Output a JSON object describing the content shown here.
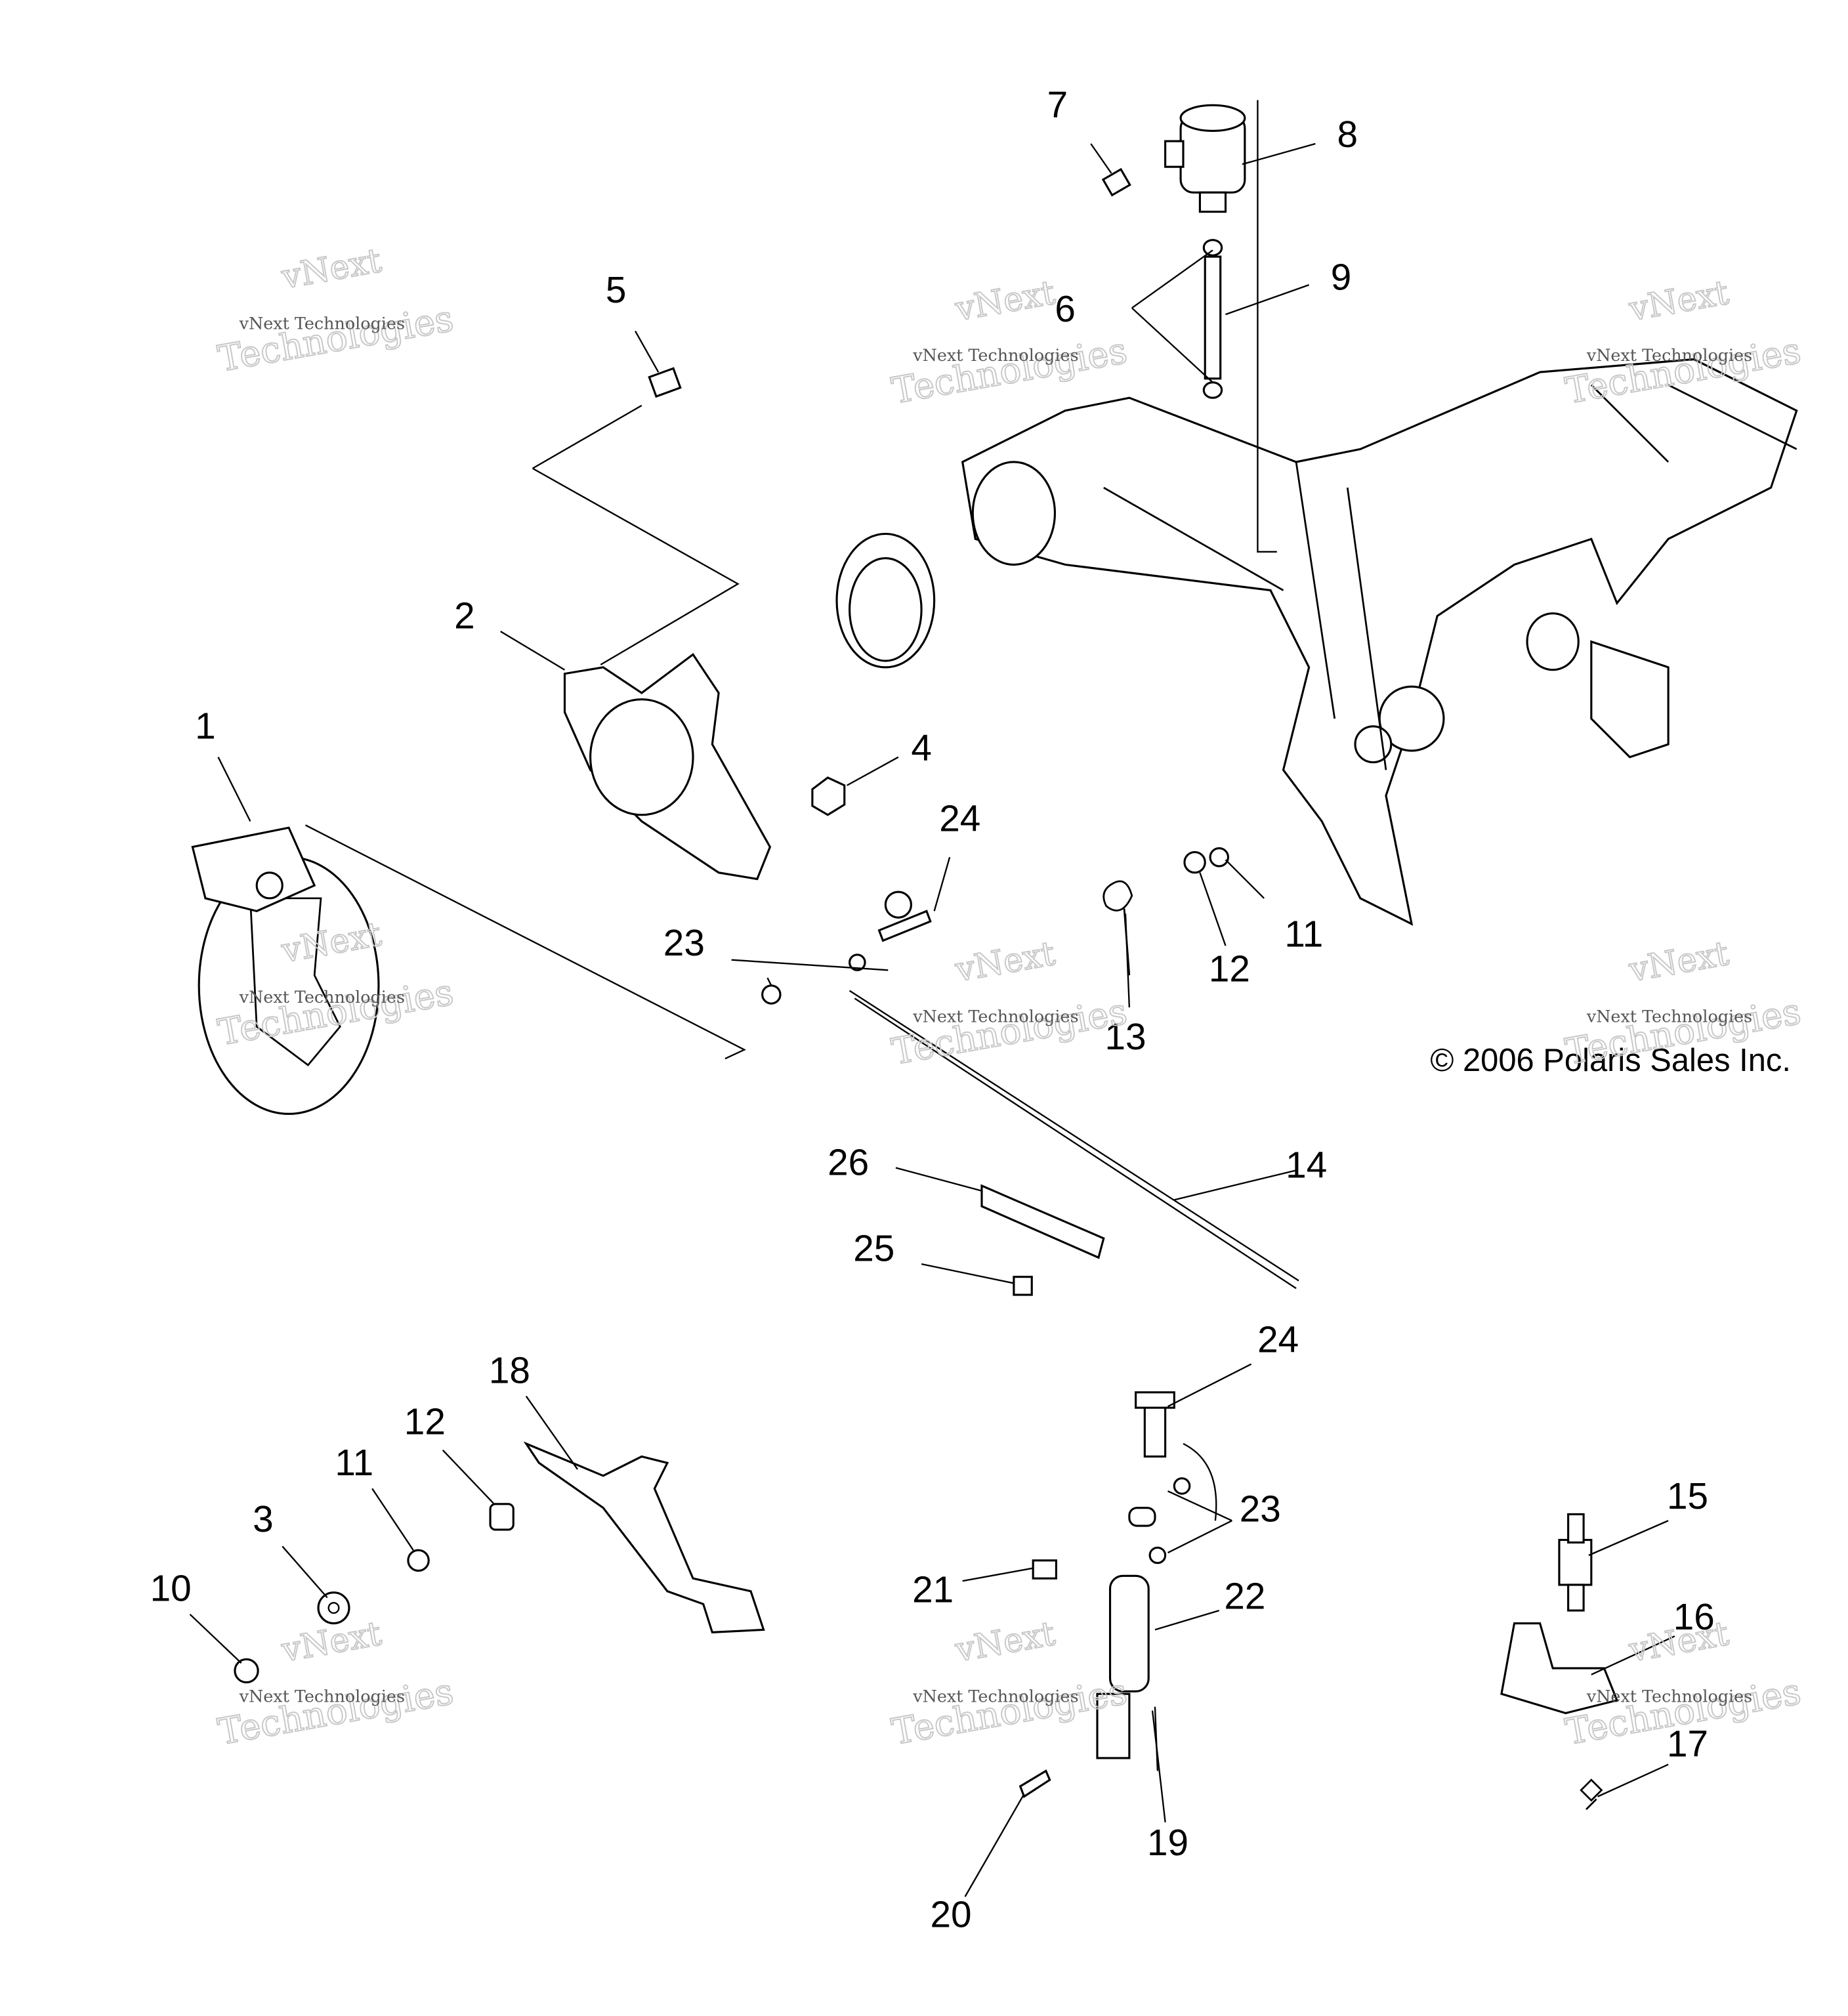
{
  "diagram": {
    "copyright": "© 2006 Polaris Sales Inc.",
    "watermark_small": "vNext Technologies",
    "watermark_large": [
      "vNext",
      "Technologies"
    ],
    "callouts": [
      "1",
      "2",
      "3",
      "4",
      "5",
      "6",
      "7",
      "8",
      "9",
      "10",
      "11",
      "11",
      "12",
      "12",
      "13",
      "14",
      "15",
      "16",
      "17",
      "18",
      "19",
      "20",
      "21",
      "22",
      "23",
      "23",
      "24",
      "24",
      "25",
      "26"
    ]
  }
}
